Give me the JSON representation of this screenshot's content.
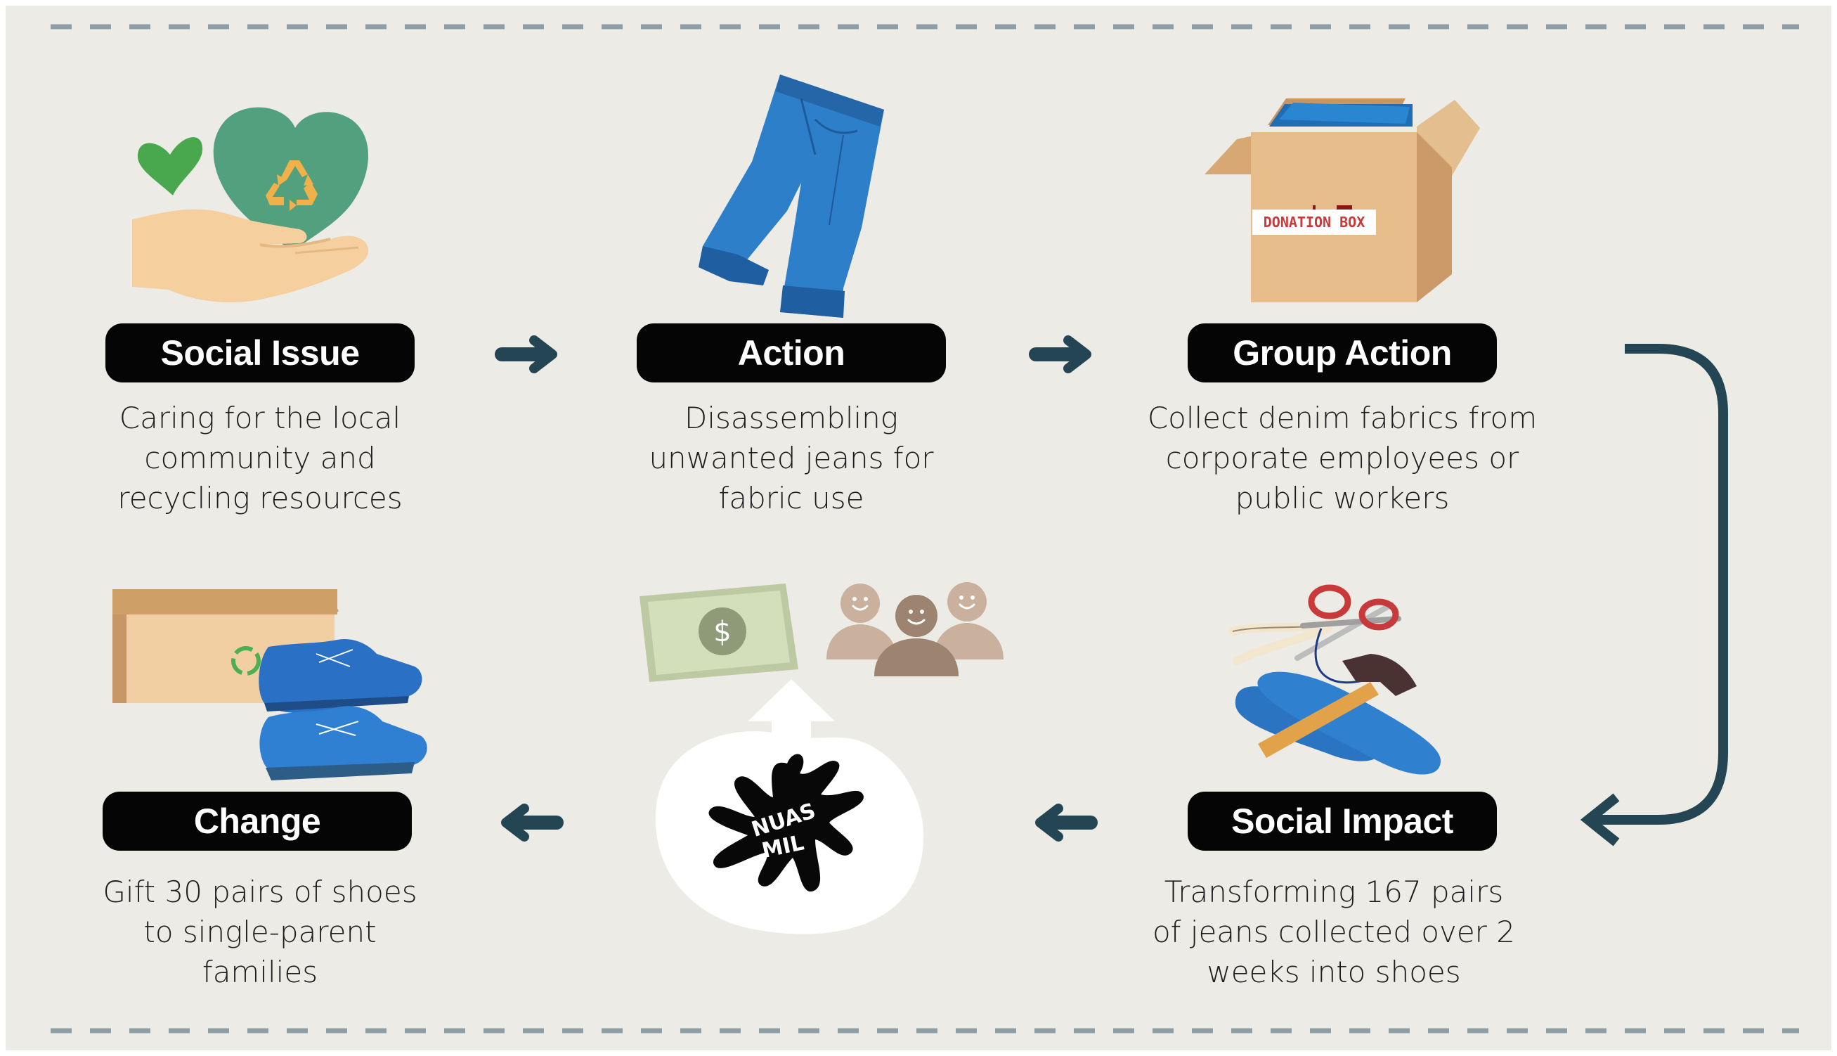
{
  "colors": {
    "background": "#edebe6",
    "dash": "#8d9da3",
    "arrow": "#244654",
    "label_bg": "#050505",
    "label_text": "#ffffff",
    "denim": "#2d7fc9",
    "cardboard": "#ddb17d"
  },
  "stages": [
    {
      "id": "social-issue",
      "title": "Social Issue",
      "lines": [
        "Caring for the local",
        "community and",
        "recycling resources"
      ],
      "icon": "hand-heart-recycle-icon"
    },
    {
      "id": "action",
      "title": "Action",
      "lines": [
        "Disassembling",
        "unwanted jeans for",
        "fabric use"
      ],
      "icon": "jeans-icon"
    },
    {
      "id": "group-action",
      "title": "Group Action",
      "lines": [
        "Collect denim fabrics from",
        "corporate employees or",
        "public workers"
      ],
      "icon": "donation-box-icon"
    },
    {
      "id": "social-impact",
      "title": "Social Impact",
      "lines": [
        "Transforming 167 pairs",
        "of jeans collected over 2",
        "weeks into shoes"
      ],
      "icon": "tools-insoles-icon"
    },
    {
      "id": "change",
      "title": "Change",
      "lines": [
        "Gift 30 pairs of shoes",
        "to single-parent",
        "families"
      ],
      "icon": "shoes-box-icon"
    }
  ],
  "donation_box_label": "DONATION BOX",
  "center_logo_text": [
    "NUAS",
    "MIL"
  ],
  "center_icons": [
    "money-bill-icon",
    "people-group-icon",
    "logo-splat-icon",
    "up-arrow-icon"
  ],
  "money_symbol": "$"
}
